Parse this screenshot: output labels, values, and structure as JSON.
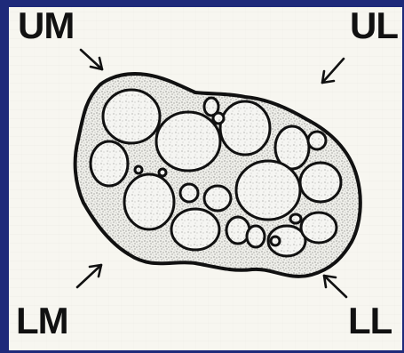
{
  "labels": {
    "upper_medial": "UM",
    "upper_lateral": "UL",
    "lower_medial": "LM",
    "lower_lateral": "LL"
  },
  "colors": {
    "background_blue": "#1e2a7a",
    "paper": "#f7f6f0",
    "ink": "#111111"
  }
}
